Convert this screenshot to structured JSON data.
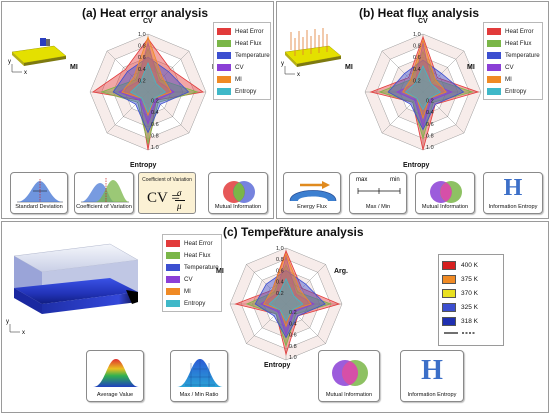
{
  "panels": {
    "a": {
      "title": "(a) Heat error analysis"
    },
    "b": {
      "title": "(b) Heat flux analysis"
    },
    "c": {
      "title": "(c) Temperature analysis"
    }
  },
  "legend": {
    "items": [
      {
        "label": "Heat Error",
        "color": "#e23b3b"
      },
      {
        "label": "Heat Flux",
        "color": "#7ab648"
      },
      {
        "label": "Temperature",
        "color": "#3c4fd0"
      },
      {
        "label": "CV",
        "color": "#8b3fd6"
      },
      {
        "label": "MI",
        "color": "#f08a24"
      },
      {
        "label": "Entropy",
        "color": "#3fb8c8"
      }
    ]
  },
  "radar": {
    "ticks": [
      "0.2",
      "0.4",
      "0.6",
      "0.8",
      "1.0"
    ],
    "a_axes": {
      "top": "CV",
      "left": "MI",
      "right": "MI",
      "bottom": "Entropy"
    },
    "b_axes": {
      "top": "CV",
      "left": "MI",
      "right": "MI",
      "bottom": "Entropy"
    },
    "c_axes": {
      "top": "CV",
      "left": "MI",
      "right": "Arg.",
      "bottom": "Entropy"
    }
  },
  "axes_glyphs": {
    "x": "x",
    "y": "y"
  },
  "cards_a": {
    "std": "Standard Deviation",
    "cv": "Coefficient of Variation",
    "cv_box_title": "Coefficient of Variation",
    "cv_formula": "CV =",
    "cv_sigma": "σ",
    "cv_mu": "μ",
    "mi": "Mutual Information"
  },
  "cards_b": {
    "energy": "Energy Flux",
    "maxmin": "Max / Min",
    "max": "max",
    "min": "min",
    "mi": "Mutual Information",
    "entropy": "Information Entropy"
  },
  "cards_c": {
    "avg": "Average Value",
    "ratio": "Max / Min Ratio",
    "mi": "Mutual Information",
    "entropy": "Information Entropy"
  },
  "entropy_glyph": "H",
  "temperature_legend": {
    "items": [
      {
        "label": "400 K",
        "color": "#d62020"
      },
      {
        "label": "375 K",
        "color": "#f08a24"
      },
      {
        "label": "370 K",
        "color": "#e8e020"
      },
      {
        "label": "325 K",
        "color": "#3c4fd0"
      },
      {
        "label": "318 K",
        "color": "#1f2fb0"
      }
    ]
  }
}
